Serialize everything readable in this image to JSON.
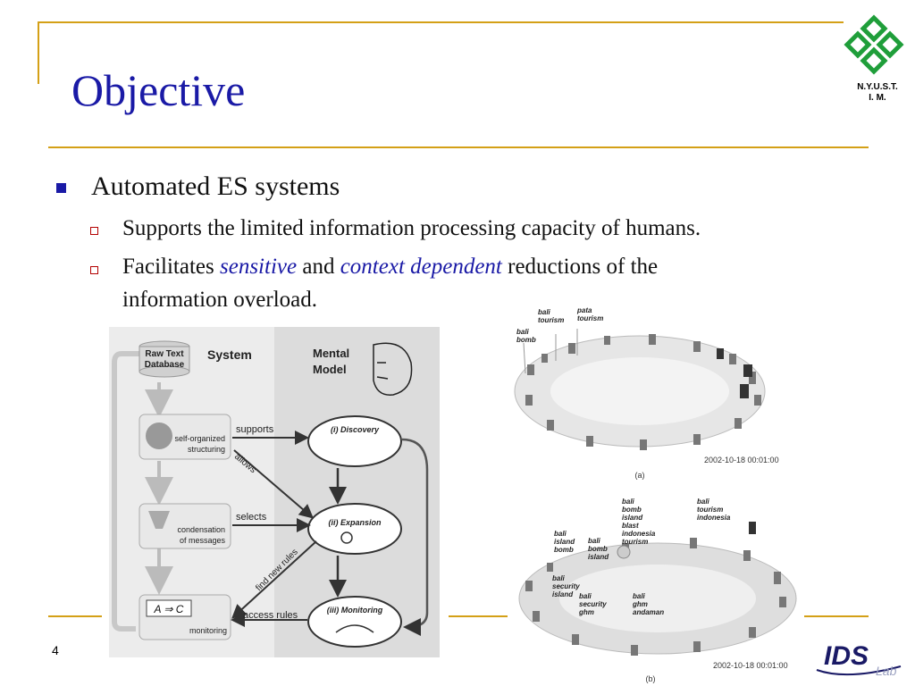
{
  "slide": {
    "title": "Objective",
    "institution_line1": "N.Y.U.S.T.",
    "institution_line2": "I. M.",
    "page_number": "4",
    "bullets": {
      "main": "Automated ES systems",
      "sub1": "Supports the limited information processing capacity of humans.",
      "sub2_pre": "Facilitates ",
      "sub2_hl1": "sensitive",
      "sub2_mid": " and ",
      "sub2_hl2": "context dependent",
      "sub2_post": " reductions of the",
      "sub2_line2": "information overload."
    }
  },
  "diagram": {
    "raw_db_1": "Raw Text",
    "raw_db_2": "Database",
    "system_header": "System",
    "mental_1": "Mental",
    "mental_2": "Model",
    "box1_1": "self-organized",
    "box1_2": "structuring",
    "box2_1": "condensation",
    "box2_2": "of messages",
    "box3_formula": "A ⇒ C",
    "box3_label": "monitoring",
    "cloud1": "(i) Discovery",
    "cloud2": "(ii) Expansion",
    "cloud3": "(iii) Monitoring",
    "arrow_supports": "supports",
    "arrow_allows": "allows",
    "arrow_selects": "selects",
    "arrow_findnewrules": "find new rules",
    "arrow_accessrules": "access rules"
  },
  "viz": {
    "a_label_1a": "bali",
    "a_label_1b": "tourism",
    "a_label_2a": "pata",
    "a_label_2b": "tourism",
    "a_label_3a": "bali",
    "a_label_3b": "bomb",
    "a_timestamp": "2002-10-18 00:01:00",
    "a_caption": "(a)",
    "b_l1": [
      "bali",
      "bomb",
      "island",
      "blast",
      "indonesia",
      "tourism"
    ],
    "b_l2": [
      "bali",
      "tourism",
      "indonesia"
    ],
    "b_l3": [
      "bali",
      "island",
      "bomb"
    ],
    "b_l4": [
      "bali",
      "bomb",
      "island"
    ],
    "b_l5": [
      "bali",
      "security",
      "island"
    ],
    "b_l6": [
      "bali",
      "security",
      "ghm"
    ],
    "b_l7": [
      "bali",
      "ghm",
      "andaman"
    ],
    "b_timestamp": "2002-10-18 00:01:00",
    "b_caption": "(b)"
  },
  "logo_ids": "IDS",
  "logo_lab": "Lab",
  "colors": {
    "title": "#1a1aa6",
    "rule": "#d4a017",
    "bullet_sub": "#b30000"
  }
}
